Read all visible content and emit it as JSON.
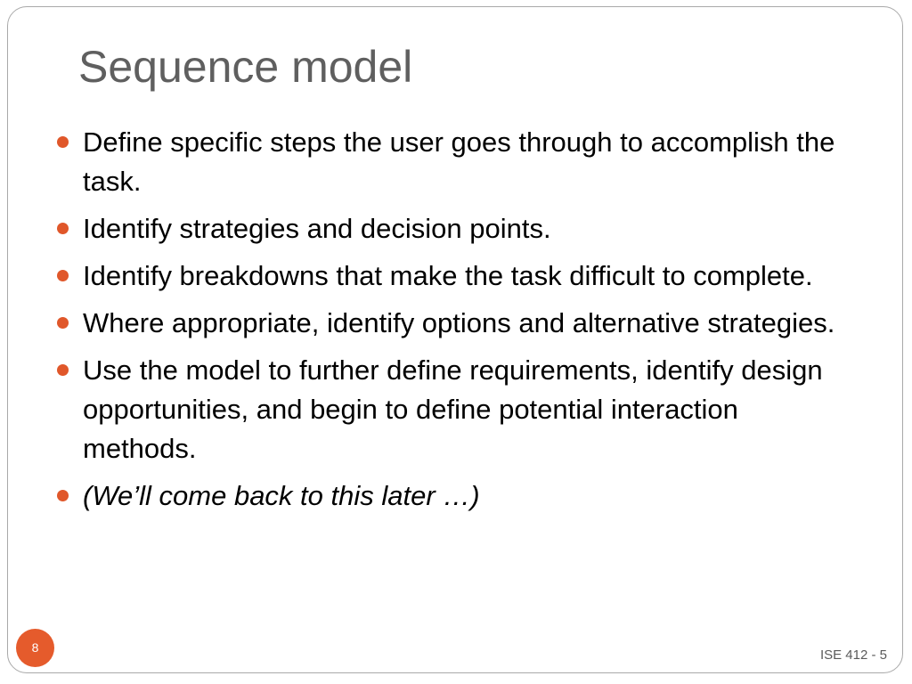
{
  "slide": {
    "title": "Sequence model",
    "bullets": [
      {
        "text": "Define specific steps the user goes through to accomplish the task.",
        "italic": false
      },
      {
        "text": "Identify strategies and decision points.",
        "italic": false
      },
      {
        "text": "Identify breakdowns that make the task difficult to complete.",
        "italic": false
      },
      {
        "text": "Where appropriate, identify options and alternative strategies.",
        "italic": false
      },
      {
        "text": "Use the model to further define requirements, identify design opportunities, and begin to define potential interaction methods.",
        "italic": false
      },
      {
        "text": "(We’ll come back to this later …)",
        "italic": true
      }
    ],
    "page_number": "8",
    "footer": "ISE 412 - 5"
  },
  "colors": {
    "accent": "#e0572a",
    "title": "#5f5f5f",
    "frame": "#a9a9a9"
  }
}
